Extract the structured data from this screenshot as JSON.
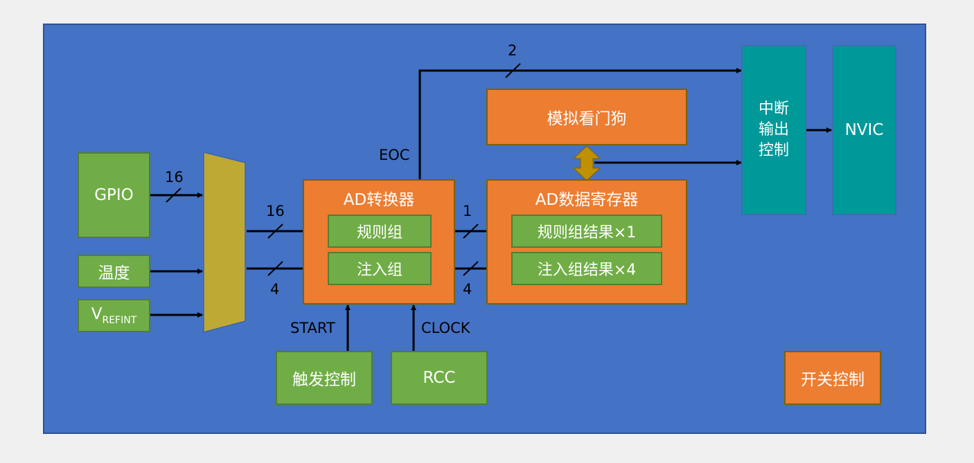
{
  "colors": {
    "background": "#4472c4",
    "input_block": "#70ad47",
    "module_block": "#ed7d31",
    "interrupt_block": "#009999",
    "mux": "#bfa935",
    "bidir_arrow": "#bf9000",
    "wire": "#000000"
  },
  "inputs": {
    "gpio": "GPIO",
    "temperature": "温度",
    "vrefint_main": "V",
    "vrefint_sub": "REFINT"
  },
  "mux": {
    "name": "multiplexer"
  },
  "adc": {
    "title": "AD转换器",
    "regular_group": "规则组",
    "injected_group": "注入组"
  },
  "data_register": {
    "title": "AD数据寄存器",
    "regular_result": "规则组结果×1",
    "injected_result": "注入组结果×4"
  },
  "watchdog": {
    "label": "模拟看门狗"
  },
  "interrupt": {
    "label_lines": [
      "中断",
      "输出",
      "控制"
    ]
  },
  "nvic": {
    "label": "NVIC"
  },
  "trigger": {
    "label": "触发控制"
  },
  "rcc": {
    "label": "RCC"
  },
  "switch_control": {
    "label": "开关控制"
  },
  "signals": {
    "gpio_width": "16",
    "regular_width": "16",
    "injected_width": "4",
    "regular_result_width": "1",
    "injected_result_width": "4",
    "eoc_width": "2",
    "eoc": "EOC",
    "start": "START",
    "clock": "CLOCK"
  }
}
